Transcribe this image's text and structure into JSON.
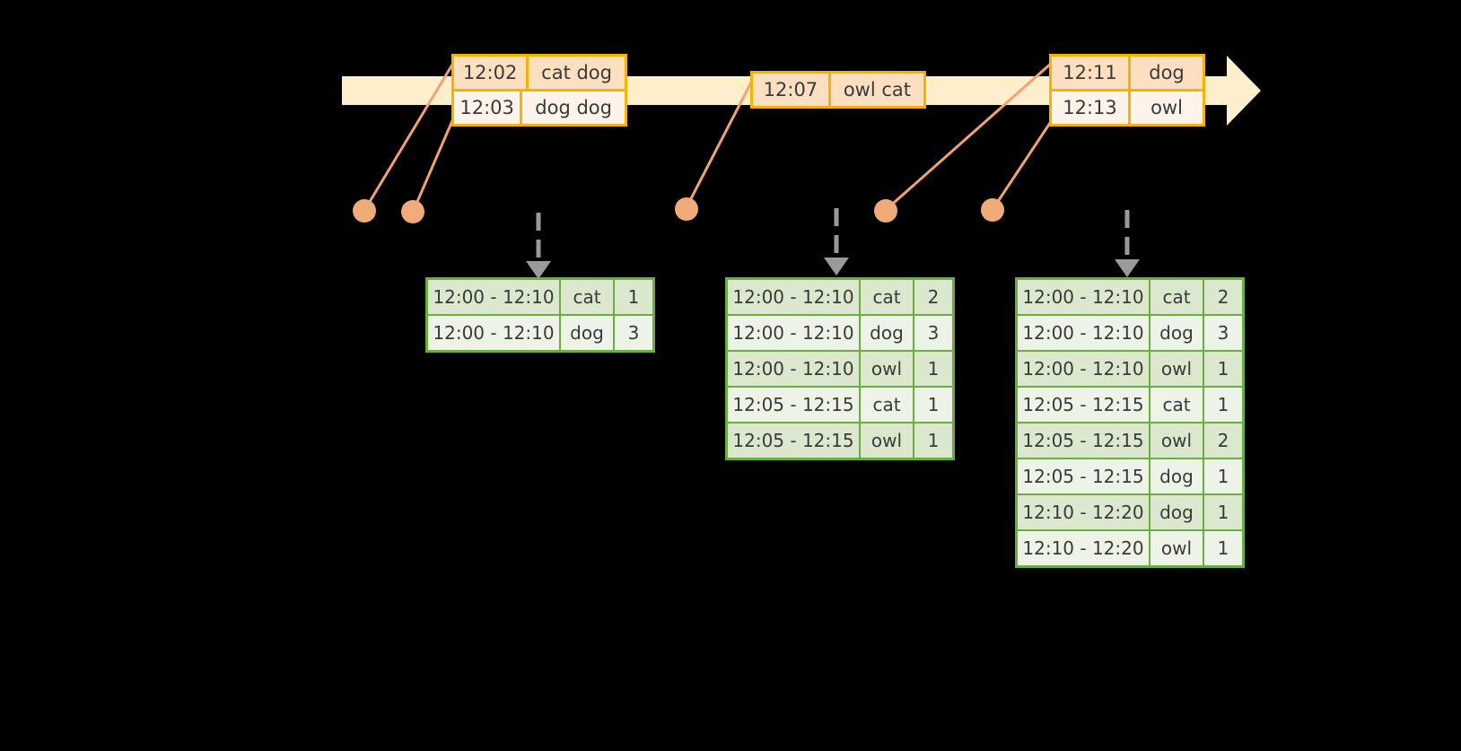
{
  "diagram": {
    "title": "sliding-window-aggregation-timeline",
    "colors": {
      "background": "#000000",
      "timeline_bar": "#FDEFCB",
      "event_border": "#F5B301",
      "event_fill_shaded": "#FBDFC0",
      "event_fill_plain": "#FEF3E8",
      "connector": "#F2A172",
      "dot": "#F0AB79",
      "table_border": "#6AAE3F",
      "table_fill_shaded": "#DCE8CD",
      "table_fill_plain": "#EDF3E6",
      "dashed_arrow": "#9A9A9A",
      "text": "#3A3A3A"
    }
  },
  "timeline": {
    "name": "event-stream-timeline",
    "events": [
      {
        "id": "event-group-1",
        "rows": [
          {
            "time": "12:02",
            "value": "cat dog"
          },
          {
            "time": "12:03",
            "value": "dog dog"
          }
        ]
      },
      {
        "id": "event-group-2",
        "rows": [
          {
            "time": "12:07",
            "value": "owl cat"
          }
        ]
      },
      {
        "id": "event-group-3",
        "rows": [
          {
            "time": "12:11",
            "value": "dog"
          },
          {
            "time": "12:13",
            "value": "owl"
          }
        ]
      }
    ]
  },
  "tables": [
    {
      "id": "result-table-1",
      "rows": [
        {
          "window": "12:00 - 12:10",
          "animal": "cat",
          "count": "1"
        },
        {
          "window": "12:00 - 12:10",
          "animal": "dog",
          "count": "3"
        }
      ]
    },
    {
      "id": "result-table-2",
      "rows": [
        {
          "window": "12:00 - 12:10",
          "animal": "cat",
          "count": "2"
        },
        {
          "window": "12:00 - 12:10",
          "animal": "dog",
          "count": "3"
        },
        {
          "window": "12:00 - 12:10",
          "animal": "owl",
          "count": "1"
        },
        {
          "window": "12:05 - 12:15",
          "animal": "cat",
          "count": "1"
        },
        {
          "window": "12:05 - 12:15",
          "animal": "owl",
          "count": "1"
        }
      ]
    },
    {
      "id": "result-table-3",
      "rows": [
        {
          "window": "12:00 - 12:10",
          "animal": "cat",
          "count": "2"
        },
        {
          "window": "12:00 - 12:10",
          "animal": "dog",
          "count": "3"
        },
        {
          "window": "12:00 - 12:10",
          "animal": "owl",
          "count": "1"
        },
        {
          "window": "12:05 - 12:15",
          "animal": "cat",
          "count": "1"
        },
        {
          "window": "12:05 - 12:15",
          "animal": "owl",
          "count": "2"
        },
        {
          "window": "12:05 - 12:15",
          "animal": "dog",
          "count": "1"
        },
        {
          "window": "12:10 - 12:20",
          "animal": "dog",
          "count": "1"
        },
        {
          "window": "12:10 - 12:20",
          "animal": "owl",
          "count": "1"
        }
      ]
    }
  ]
}
